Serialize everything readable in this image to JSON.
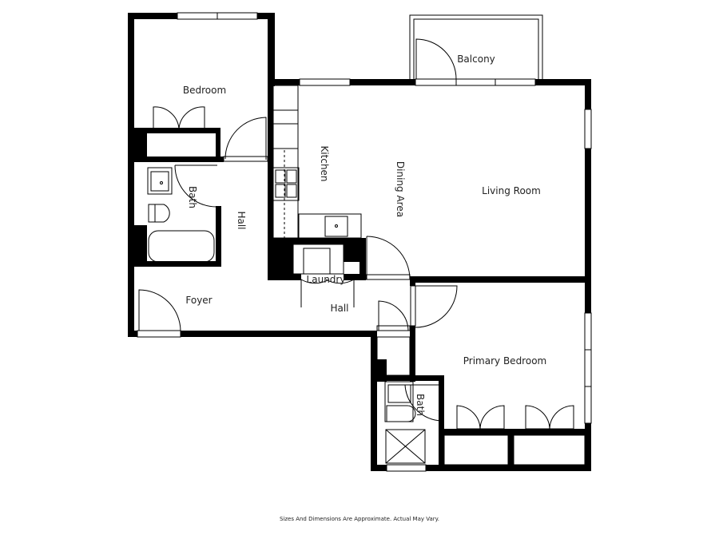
{
  "plan": {
    "rooms": {
      "bedroom": "Bedroom",
      "balcony": "Balcony",
      "kitchen": "Kitchen",
      "dining_area": "Dining Area",
      "living_room": "Living Room",
      "bath_1": "Bath",
      "hall_1": "Hall",
      "foyer": "Foyer",
      "laundry": "Laundry",
      "hall_2": "Hall",
      "primary_bedroom": "Primary Bedroom",
      "bath_2": "Bath"
    },
    "colors": {
      "wall": "#000000",
      "background": "#ffffff",
      "text": "#222222"
    }
  },
  "footer": {
    "disclaimer": "Sizes And Dimensions Are Approximate. Actual May Vary."
  }
}
